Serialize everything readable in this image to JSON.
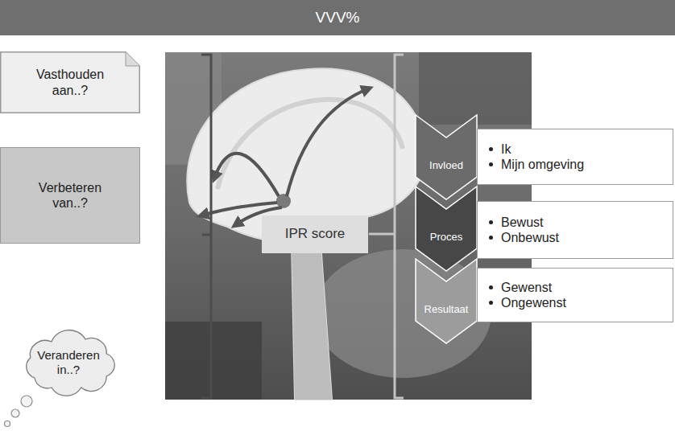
{
  "diagram": {
    "title": "VVV%",
    "nodes": [
      {
        "text": [
          "Vasthouden aan..?"
        ]
      },
      {
        "text": [
          "Verbeteren van..?"
        ]
      },
      {
        "text": [
          "Veranderen in..?"
        ]
      },
      {
        "text": [
          "IPR score"
        ]
      },
      {
        "text": [
          "Invloed"
        ]
      },
      {
        "text": [
          "Ik",
          "Mijn omgeving"
        ]
      },
      {
        "text": [
          "Proces"
        ]
      },
      {
        "text": [
          "Bewust",
          "Onbewust"
        ]
      },
      {
        "text": [
          "Resultaat"
        ]
      },
      {
        "text": [
          "Gewenst",
          "Ongewenst"
        ]
      }
    ]
  }
}
